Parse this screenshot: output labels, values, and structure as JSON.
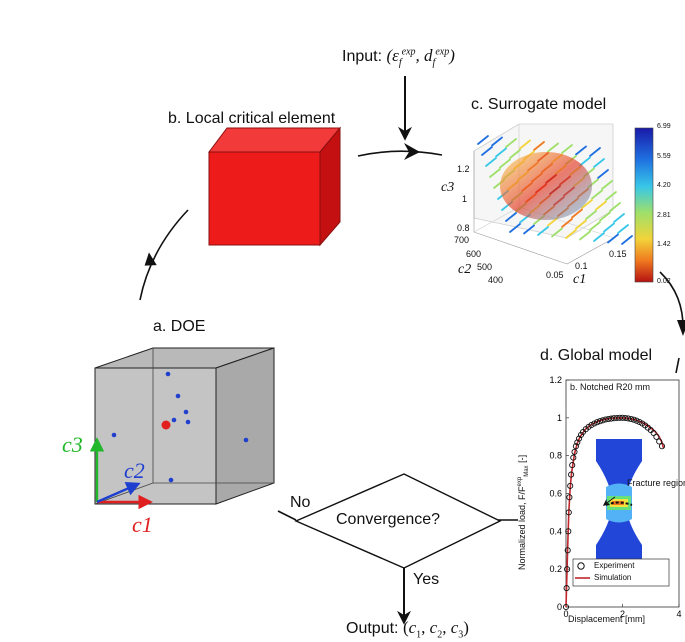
{
  "input": {
    "label": "Input:",
    "formula": "(ε_f^exp, d_f^exp)"
  },
  "output": {
    "label": "Output:",
    "formula": "(c1, c2, c3)"
  },
  "stages": {
    "doe": {
      "title": "a. DOE"
    },
    "local": {
      "title": "b. Local critical element"
    },
    "surrogate": {
      "title": "c. Surrogate model"
    },
    "global": {
      "title": "d. Global model"
    }
  },
  "decision": {
    "label": "Convergence?",
    "no": "No",
    "yes": "Yes"
  },
  "doe_axes": {
    "c1": "c1",
    "c2": "c2",
    "c3": "c3",
    "c1_color": "#e02020",
    "c2_color": "#1f3fcf",
    "c3_color": "#22b82b"
  },
  "surrogate_axes": {
    "x_label": "c1",
    "y_label": "c2",
    "z_label": "c3",
    "x_ticks": [
      "0.05",
      "0.1",
      "0.15"
    ],
    "y_ticks": [
      "400",
      "500",
      "600",
      "700"
    ],
    "z_ticks": [
      "0.8",
      "1",
      "1.2"
    ],
    "colorbar_ticks": [
      "6.99",
      "5.59",
      "4.20",
      "2.81",
      "1.42",
      "0.02"
    ]
  },
  "chart_data": {
    "type": "scatter",
    "title": "b. Notched R20 mm",
    "xlabel": "Displacement [mm]",
    "ylabel": "Normalized load, F/F",
    "ylabel_sup": "exp",
    "ylabel_sub": "Max",
    "ylabel_unit": "[-]",
    "xlim": [
      0,
      4
    ],
    "ylim": [
      0,
      1.2
    ],
    "xticks": [
      0,
      2,
      4
    ],
    "yticks": [
      0,
      0.2,
      0.4,
      0.6,
      0.8,
      1,
      1.2
    ],
    "legend_position": "bottom-right",
    "inset_label": "Fracture region",
    "series": [
      {
        "name": "Experiment",
        "marker": "circle-open",
        "color": "#111111",
        "x": [
          0.0,
          0.02,
          0.04,
          0.06,
          0.08,
          0.1,
          0.12,
          0.15,
          0.18,
          0.22,
          0.26,
          0.3,
          0.35,
          0.4,
          0.46,
          0.53,
          0.6,
          0.7,
          0.8,
          0.9,
          1.0,
          1.1,
          1.2,
          1.3,
          1.4,
          1.5,
          1.6,
          1.7,
          1.8,
          1.9,
          2.0,
          2.1,
          2.2,
          2.3,
          2.4,
          2.5,
          2.6,
          2.7,
          2.8,
          2.9,
          3.0,
          3.1,
          3.2,
          3.3,
          3.4
        ],
        "y": [
          0.0,
          0.1,
          0.2,
          0.3,
          0.4,
          0.5,
          0.58,
          0.64,
          0.7,
          0.75,
          0.79,
          0.82,
          0.85,
          0.87,
          0.89,
          0.91,
          0.925,
          0.94,
          0.952,
          0.962,
          0.97,
          0.977,
          0.982,
          0.987,
          0.991,
          0.994,
          0.996,
          0.998,
          0.999,
          1.0,
          1.0,
          0.999,
          0.997,
          0.994,
          0.99,
          0.985,
          0.978,
          0.97,
          0.96,
          0.948,
          0.935,
          0.92,
          0.9,
          0.875,
          0.85
        ]
      },
      {
        "name": "Simulation",
        "marker": "line",
        "color": "#c0262b",
        "x": [
          0.0,
          0.03,
          0.06,
          0.1,
          0.15,
          0.2,
          0.3,
          0.4,
          0.5,
          0.7,
          0.9,
          1.1,
          1.3,
          1.5,
          1.7,
          1.9,
          2.1,
          2.3,
          2.5,
          2.7,
          2.9,
          3.1,
          3.2,
          3.3,
          3.4,
          3.45
        ],
        "y": [
          0.0,
          0.15,
          0.32,
          0.5,
          0.63,
          0.71,
          0.81,
          0.866,
          0.9,
          0.942,
          0.965,
          0.98,
          0.99,
          0.996,
          0.999,
          1.0,
          0.999,
          0.995,
          0.987,
          0.975,
          0.958,
          0.935,
          0.92,
          0.9,
          0.87,
          0.84
        ]
      }
    ]
  }
}
